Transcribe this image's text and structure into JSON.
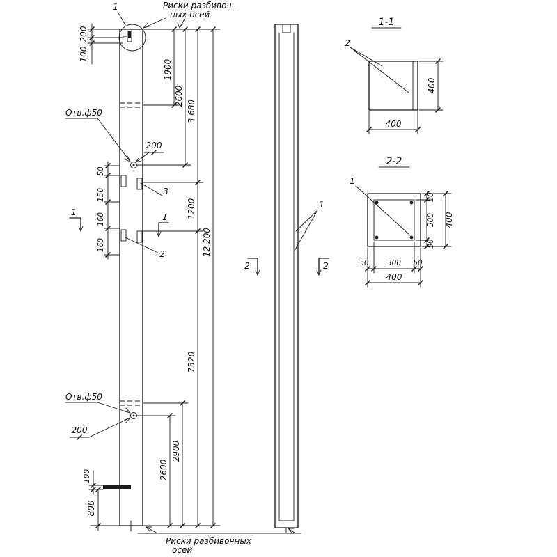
{
  "front": {
    "callout_detail": "1",
    "note_top_1": "Риски разбивоч-",
    "note_top_2": "ных осей",
    "dim_200_top": "200",
    "dim_100_top": "100",
    "dim_1900": "1900",
    "dim_2600_top": "2600",
    "dim_3680": "3 680",
    "hole_label_top": "Отв.ф50",
    "dim_200_hole_top": "200",
    "stack_50": "50",
    "stack_150": "150",
    "stack_160_a": "160",
    "stack_160_b": "160",
    "callout_3": "3",
    "callout_2": "2",
    "section1_left": "1",
    "section1_right": "1",
    "dim_1200": "1200",
    "dim_12200": "12 200",
    "dim_7320": "7320",
    "hole_label_bottom": "Отв.ф50",
    "dim_200_hole_bottom": "200",
    "dim_2900": "2900",
    "dim_2600_bottom": "2600",
    "dim_100_bottom": "100",
    "dim_800": "800",
    "note_bottom_1": "Риски разбивочных",
    "note_bottom_2": "осей"
  },
  "side": {
    "callout_1": "1",
    "section2_left": "2",
    "section2_right": "2"
  },
  "sec11": {
    "title": "1-1",
    "callout_2": "2",
    "dim_w": "400",
    "dim_h": "400"
  },
  "sec22": {
    "title": "2-2",
    "callout_1": "1",
    "right_50_top": "50",
    "right_300": "300",
    "right_50_bot": "50",
    "right_400": "400",
    "bot_50_left": "50",
    "bot_300": "300",
    "bot_50_right": "50",
    "bot_400": "400"
  }
}
